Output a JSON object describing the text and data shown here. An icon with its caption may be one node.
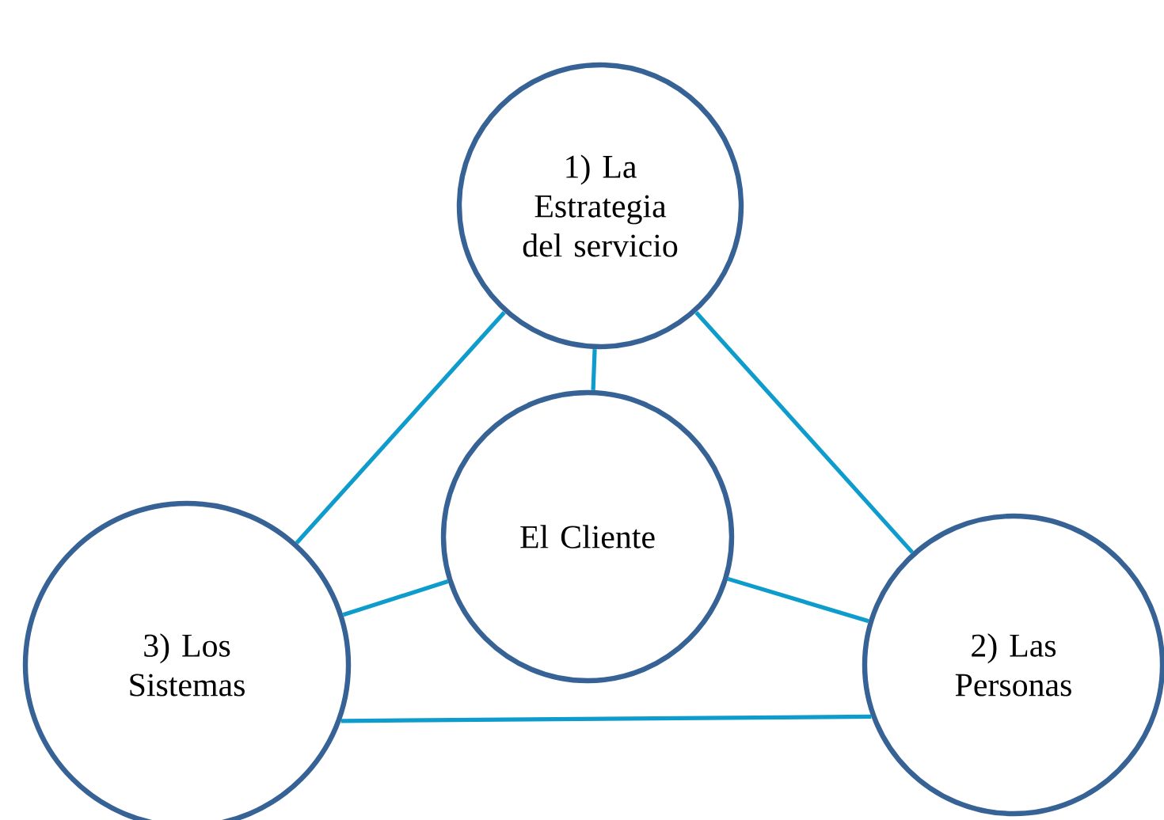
{
  "diagram": {
    "nodes": [
      {
        "text": [
          "1) La Estrategia del servicio"
        ]
      },
      {
        "text": [
          "El Cliente"
        ]
      },
      {
        "text": [
          "3) Los Sistemas"
        ]
      },
      {
        "text": [
          "2) Las Personas"
        ]
      }
    ],
    "edges": [
      {
        "from": 0,
        "to": 1,
        "arrow": "none"
      },
      {
        "from": 0,
        "to": 2,
        "arrow": "none"
      },
      {
        "from": 0,
        "to": 3,
        "arrow": "none"
      },
      {
        "from": 2,
        "to": 1,
        "arrow": "none"
      },
      {
        "from": 3,
        "to": 1,
        "arrow": "none"
      },
      {
        "from": 2,
        "to": 3,
        "arrow": "none"
      }
    ]
  }
}
